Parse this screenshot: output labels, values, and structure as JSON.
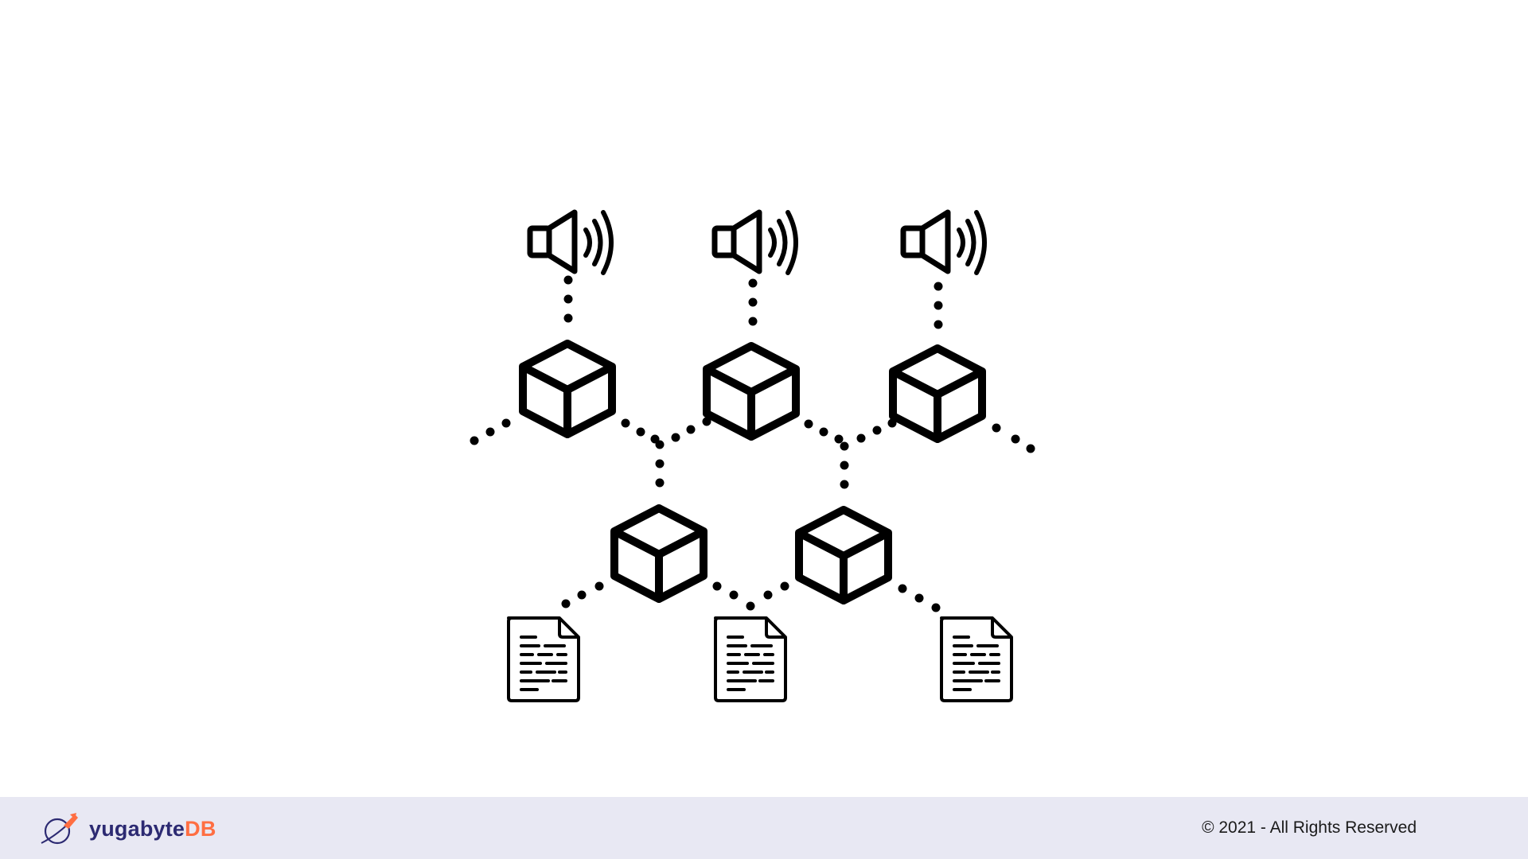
{
  "icons": {
    "speaker": "speaker-icon",
    "node": "cube-icon",
    "document": "document-icon"
  },
  "footer": {
    "brand_part1": "yugabyte",
    "brand_part2": "DB",
    "brand_color_primary": "#2c2a72",
    "brand_color_accent": "#ff6e42",
    "copyright": "© 2021 - All Rights Reserved",
    "background": "#e8e8f3"
  }
}
